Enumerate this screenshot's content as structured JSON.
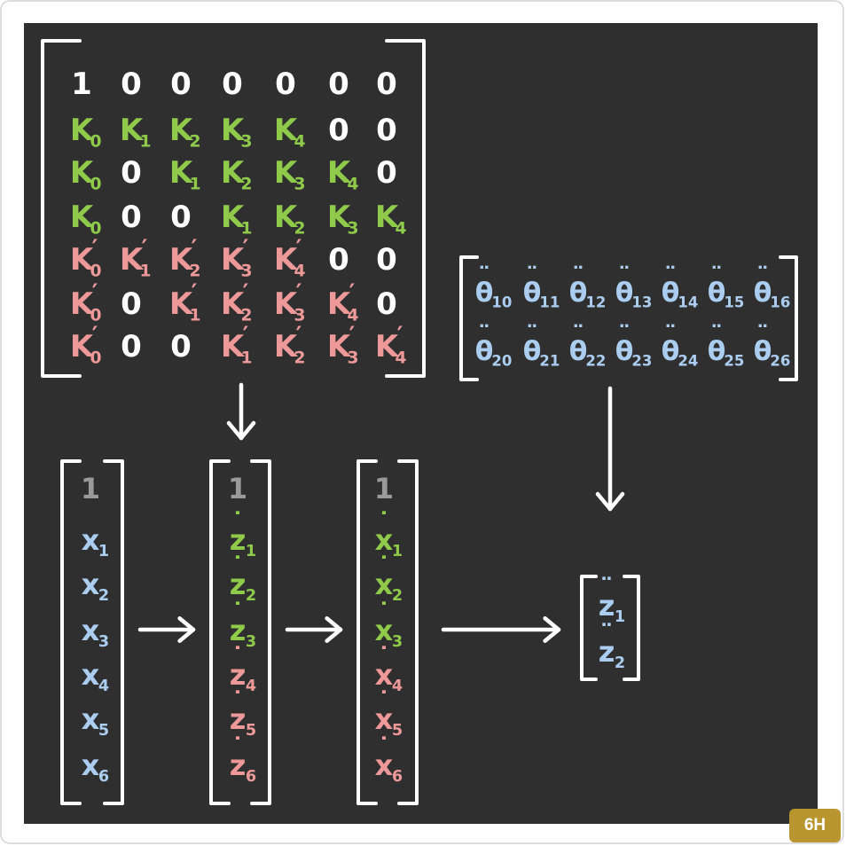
{
  "colors": {
    "board": "#2f2f2f",
    "white": "#ffffff",
    "green": "#8fca4a",
    "pink": "#ee9999",
    "blue": "#aacdf0",
    "gray": "#9a9a9a",
    "badge": "#b8952e"
  },
  "k_matrix": {
    "rows": [
      [
        {
          "b": "1",
          "c": "white"
        },
        {
          "b": "0",
          "c": "white"
        },
        {
          "b": "0",
          "c": "white"
        },
        {
          "b": "0",
          "c": "white"
        },
        {
          "b": "0",
          "c": "white"
        },
        {
          "b": "0",
          "c": "white"
        },
        {
          "b": "0",
          "c": "white"
        }
      ],
      [
        {
          "b": "K",
          "s": "0",
          "c": "green"
        },
        {
          "b": "K",
          "s": "1",
          "c": "green"
        },
        {
          "b": "K",
          "s": "2",
          "c": "green"
        },
        {
          "b": "K",
          "s": "3",
          "c": "green"
        },
        {
          "b": "K",
          "s": "4",
          "c": "green"
        },
        {
          "b": "0",
          "c": "white"
        },
        {
          "b": "0",
          "c": "white"
        }
      ],
      [
        {
          "b": "K",
          "s": "0",
          "c": "green"
        },
        {
          "b": "0",
          "c": "white"
        },
        {
          "b": "K",
          "s": "1",
          "c": "green"
        },
        {
          "b": "K",
          "s": "2",
          "c": "green"
        },
        {
          "b": "K",
          "s": "3",
          "c": "green"
        },
        {
          "b": "K",
          "s": "4",
          "c": "green"
        },
        {
          "b": "0",
          "c": "white"
        }
      ],
      [
        {
          "b": "K",
          "s": "0",
          "c": "green"
        },
        {
          "b": "0",
          "c": "white"
        },
        {
          "b": "0",
          "c": "white"
        },
        {
          "b": "K",
          "s": "1",
          "c": "green"
        },
        {
          "b": "K",
          "s": "2",
          "c": "green"
        },
        {
          "b": "K",
          "s": "3",
          "c": "green"
        },
        {
          "b": "K",
          "s": "4",
          "c": "green"
        }
      ],
      [
        {
          "b": "K",
          "s": "0",
          "p": "′",
          "c": "pink"
        },
        {
          "b": "K",
          "s": "1",
          "p": "′",
          "c": "pink"
        },
        {
          "b": "K",
          "s": "2",
          "p": "′",
          "c": "pink"
        },
        {
          "b": "K",
          "s": "3",
          "p": "′",
          "c": "pink"
        },
        {
          "b": "K",
          "s": "4",
          "p": "′",
          "c": "pink"
        },
        {
          "b": "0",
          "c": "white"
        },
        {
          "b": "0",
          "c": "white"
        }
      ],
      [
        {
          "b": "K",
          "s": "0",
          "p": "′",
          "c": "pink"
        },
        {
          "b": "0",
          "c": "white"
        },
        {
          "b": "K",
          "s": "1",
          "p": "′",
          "c": "pink"
        },
        {
          "b": "K",
          "s": "2",
          "p": "′",
          "c": "pink"
        },
        {
          "b": "K",
          "s": "3",
          "p": "′",
          "c": "pink"
        },
        {
          "b": "K",
          "s": "4",
          "p": "′",
          "c": "pink"
        },
        {
          "b": "0",
          "c": "white"
        }
      ],
      [
        {
          "b": "K",
          "s": "0",
          "p": "′",
          "c": "pink"
        },
        {
          "b": "0",
          "c": "white"
        },
        {
          "b": "0",
          "c": "white"
        },
        {
          "b": "K",
          "s": "1",
          "p": "′",
          "c": "pink"
        },
        {
          "b": "K",
          "s": "2",
          "p": "′",
          "c": "pink"
        },
        {
          "b": "K",
          "s": "3",
          "p": "′",
          "c": "pink"
        },
        {
          "b": "K",
          "s": "4",
          "p": "′",
          "c": "pink"
        }
      ]
    ]
  },
  "theta_matrix": {
    "rows": [
      [
        {
          "b": "θ",
          "d": "¨",
          "s": "10",
          "c": "blue"
        },
        {
          "b": "θ",
          "d": "¨",
          "s": "11",
          "c": "blue"
        },
        {
          "b": "θ",
          "d": "¨",
          "s": "12",
          "c": "blue"
        },
        {
          "b": "θ",
          "d": "¨",
          "s": "13",
          "c": "blue"
        },
        {
          "b": "θ",
          "d": "¨",
          "s": "14",
          "c": "blue"
        },
        {
          "b": "θ",
          "d": "¨",
          "s": "15",
          "c": "blue"
        },
        {
          "b": "θ",
          "d": "¨",
          "s": "16",
          "c": "blue"
        }
      ],
      [
        {
          "b": "θ",
          "d": "¨",
          "s": "20",
          "c": "blue"
        },
        {
          "b": "θ",
          "d": "¨",
          "s": "21",
          "c": "blue"
        },
        {
          "b": "θ",
          "d": "¨",
          "s": "22",
          "c": "blue"
        },
        {
          "b": "θ",
          "d": "¨",
          "s": "23",
          "c": "blue"
        },
        {
          "b": "θ",
          "d": "¨",
          "s": "24",
          "c": "blue"
        },
        {
          "b": "θ",
          "d": "¨",
          "s": "25",
          "c": "blue"
        },
        {
          "b": "θ",
          "d": "¨",
          "s": "26",
          "c": "blue"
        }
      ]
    ]
  },
  "x_vector": [
    {
      "b": "1",
      "c": "gray"
    },
    {
      "b": "x",
      "s": "1",
      "c": "blue"
    },
    {
      "b": "x",
      "s": "2",
      "c": "blue"
    },
    {
      "b": "x",
      "s": "3",
      "c": "blue"
    },
    {
      "b": "x",
      "s": "4",
      "c": "blue"
    },
    {
      "b": "x",
      "s": "5",
      "c": "blue"
    },
    {
      "b": "x",
      "s": "6",
      "c": "blue"
    }
  ],
  "zdot_vector": [
    {
      "b": "1",
      "c": "gray"
    },
    {
      "b": "z",
      "d": "˙",
      "s": "1",
      "c": "green"
    },
    {
      "b": "z",
      "d": "˙",
      "s": "2",
      "c": "green"
    },
    {
      "b": "z",
      "d": "˙",
      "s": "3",
      "c": "green"
    },
    {
      "b": "z",
      "d": "˙",
      "s": "4",
      "c": "pink"
    },
    {
      "b": "z",
      "d": "˙",
      "s": "5",
      "c": "pink"
    },
    {
      "b": "z",
      "d": "˙",
      "s": "6",
      "c": "pink"
    }
  ],
  "xdot_vector": [
    {
      "b": "1",
      "c": "gray"
    },
    {
      "b": "x",
      "d": "˙",
      "s": "1",
      "c": "green"
    },
    {
      "b": "x",
      "d": "˙",
      "s": "2",
      "c": "green"
    },
    {
      "b": "x",
      "d": "˙",
      "s": "3",
      "c": "green"
    },
    {
      "b": "x",
      "d": "˙",
      "s": "4",
      "c": "pink"
    },
    {
      "b": "x",
      "d": "˙",
      "s": "5",
      "c": "pink"
    },
    {
      "b": "x",
      "d": "˙",
      "s": "6",
      "c": "pink"
    }
  ],
  "zddot_vector": [
    {
      "b": "z",
      "d": "¨",
      "s": "1",
      "c": "blue"
    },
    {
      "b": "z",
      "d": "¨",
      "s": "2",
      "c": "blue"
    }
  ],
  "badge": "6H"
}
